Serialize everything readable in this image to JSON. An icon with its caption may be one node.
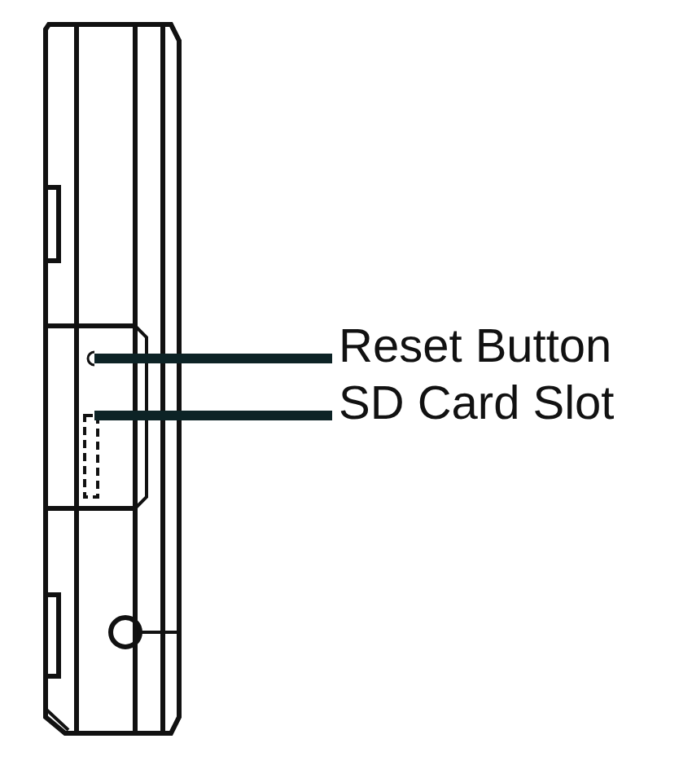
{
  "diagram": {
    "nodes": [
      {
        "text": [
          "Reset Button"
        ]
      },
      {
        "text": [
          "SD Card Slot"
        ]
      },
      {
        "text": [],
        "shape": "circle"
      },
      {
        "text": [],
        "shape": "box"
      }
    ],
    "edges": [
      {
        "from": 0,
        "to": 2,
        "arrow": "none"
      },
      {
        "from": 1,
        "to": 3,
        "arrow": "none"
      }
    ]
  }
}
